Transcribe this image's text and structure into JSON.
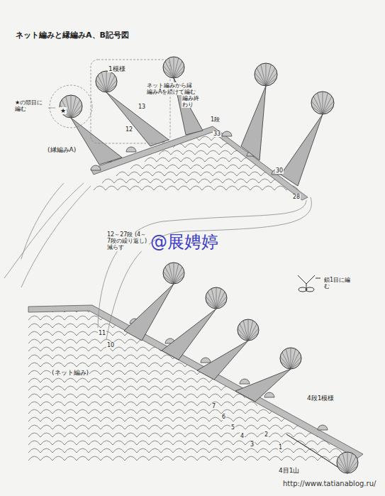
{
  "diagram": {
    "title": "ネット編みと縁編みA、B記号図",
    "labels": [
      "1模様",
      "ネット編みから縁編みAを続けて編む",
      "編み終わり",
      "★の頭目に編む",
      "★",
      "13",
      "12",
      "1段",
      "33",
      "30",
      "28",
      "(縁編みA)",
      "12～27段 (4～7段の繰り返し) 減らす",
      "@展娉婷",
      "鎖1目に編む",
      "11",
      "10",
      "(ネット編み)",
      "4段1模様",
      "7",
      "6",
      "5",
      "4",
      "3",
      "2",
      "1",
      "4目1山",
      "http://www.tatianablog.ru/"
    ]
  }
}
